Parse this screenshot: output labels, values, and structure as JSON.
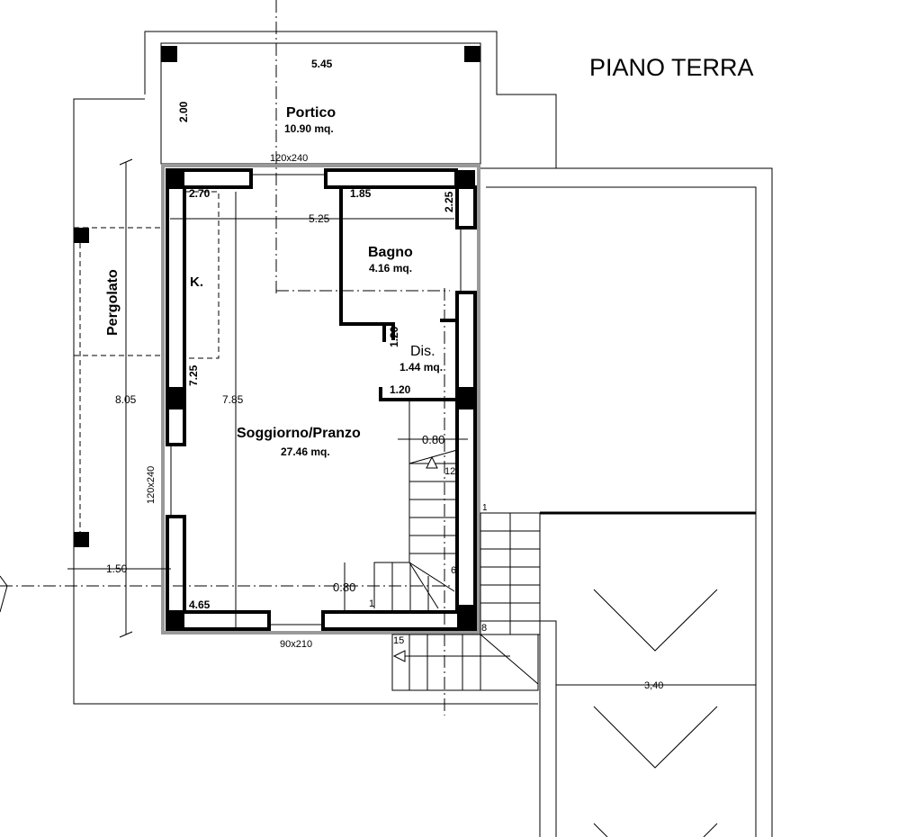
{
  "title": "PIANO TERRA",
  "rooms": [
    {
      "name": "Portico",
      "area": "10.90 mq."
    },
    {
      "name": "Bagno",
      "area": "4.16 mq."
    },
    {
      "name": "Dis.",
      "area": "1.44 mq."
    },
    {
      "name": "Soggiorno/Pranzo",
      "area": "27.46 mq."
    },
    {
      "name": "K."
    },
    {
      "name": "Pergolato"
    }
  ],
  "dimensions": {
    "portico_width": "5.45",
    "portico_depth": "2.00",
    "window_top": "120x240",
    "window_left": "120x240",
    "door_bottom": "90x210",
    "k_width": "2.70",
    "bagno_width": "1.85",
    "bagno_depth": "2.25",
    "interior_width": "5.25",
    "dis_depth": "1.20",
    "dis_width": "1.20",
    "k_length": "7.25",
    "interior_length": "7.85",
    "pergolato_length": "8.05",
    "pergolato_width": "1.50",
    "bottom_wall": "4.65",
    "stair_width_top": "0.80",
    "stair_width_bottom": "0.80",
    "garage_width": "3,40"
  },
  "stair_steps": {
    "s1": "1",
    "s6": "6",
    "s12": "12",
    "e1": "1",
    "e8": "8",
    "e15": "15"
  }
}
